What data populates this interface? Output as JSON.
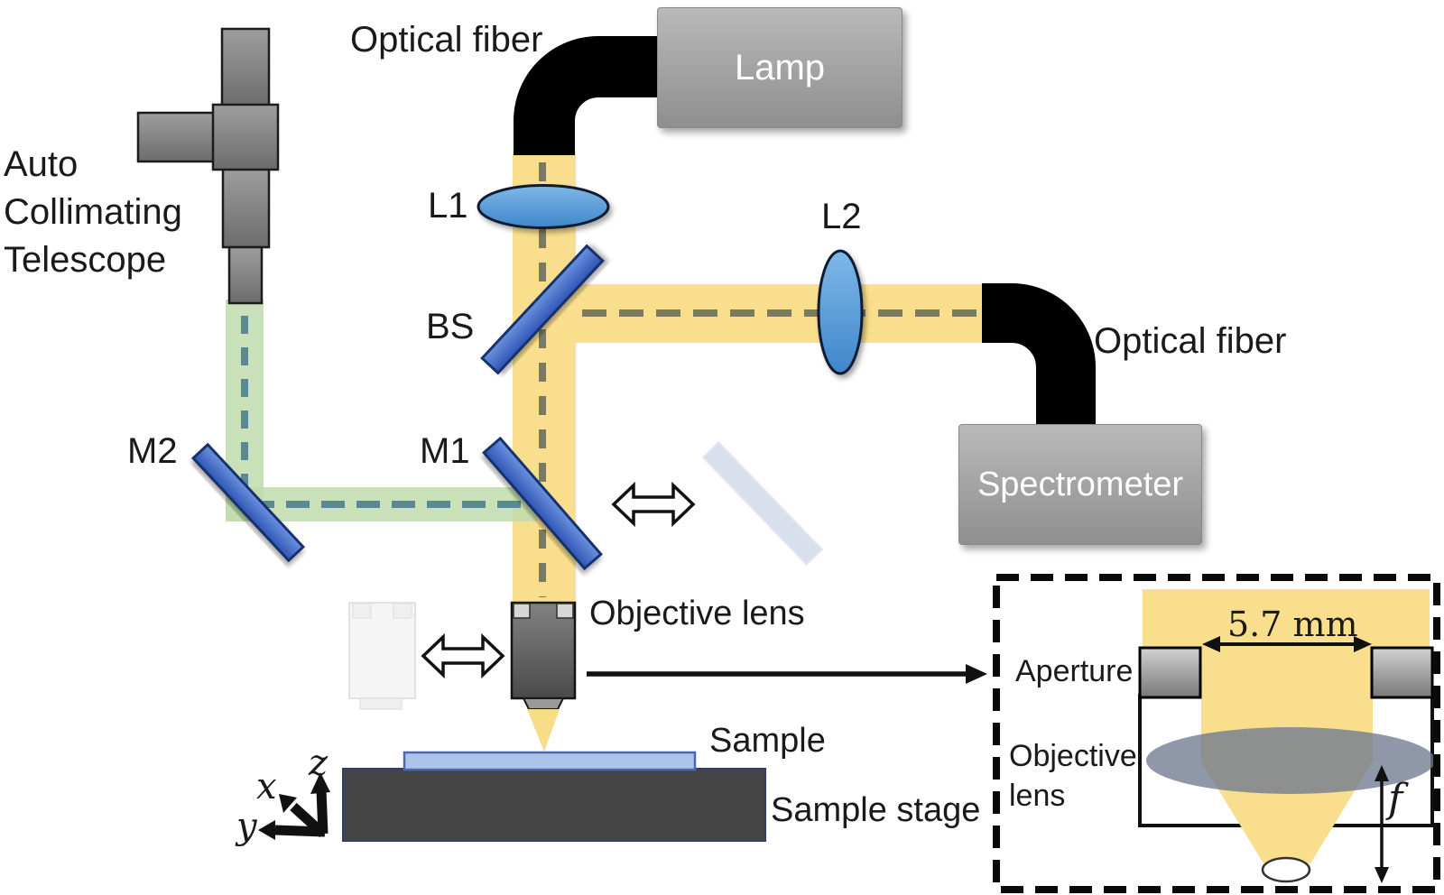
{
  "figure": {
    "type": "optical-setup-schematic"
  },
  "labels": {
    "telescope_lines": [
      "Auto",
      "Collimating",
      "Telescope"
    ],
    "optical_fiber_top": "Optical fiber",
    "lamp": "Lamp",
    "l1": "L1",
    "l2": "L2",
    "bs": "BS",
    "m1": "M1",
    "m2": "M2",
    "optical_fiber_right": "Optical fiber",
    "spectrometer": "Spectrometer",
    "objective_lens": "Objective lens",
    "sample": "Sample",
    "sample_stage": "Sample stage",
    "axis_x": "x",
    "axis_y": "y",
    "axis_z": "z"
  },
  "inset": {
    "aperture": "Aperture",
    "objective_lens_lines": [
      "Objective",
      "lens"
    ],
    "beam_diameter": "5.7 mm",
    "focal_length_symbol": "f"
  },
  "colors": {
    "beam_yellow": "#F9DF8D",
    "beam_green": "#BEDCAB",
    "dash_olive": "#7A7A5E",
    "dash_teal": "#5B8894",
    "mirror_border": "#14306E",
    "sample_blue": "#AEC3E8",
    "sample_border": "#4A66B8",
    "stage_gray": "#454545",
    "inset_lens_gray": "#6F7A90",
    "text_black": "#1A1A1A"
  }
}
